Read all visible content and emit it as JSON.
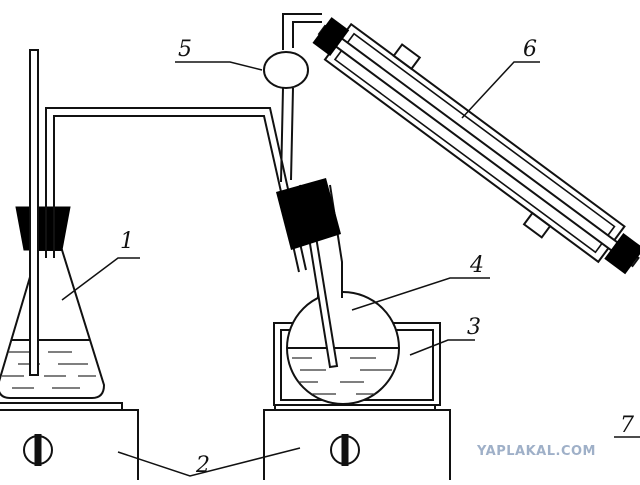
{
  "diagram": {
    "labels": {
      "flask": "1",
      "heaters": "2",
      "bath": "3",
      "round_flask": "4",
      "bulb": "5",
      "condenser": "6",
      "extra": "7"
    },
    "watermark": "YAPLAKAL.COM",
    "colors": {
      "line": "#111111",
      "stopper": "#000000",
      "liquid_hatch": "#222222",
      "background": "#ffffff",
      "watermark": "#9fb0c8"
    }
  }
}
